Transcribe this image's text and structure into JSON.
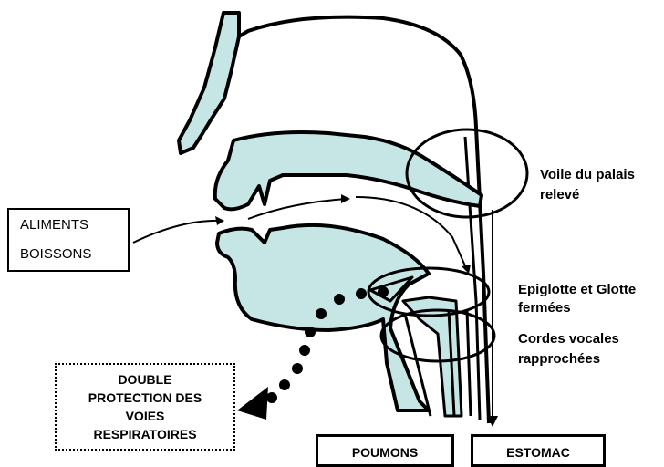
{
  "labels": {
    "voile_line1": "Voile du palais",
    "voile_line2": "relevé",
    "epiglotte_line1": "Epiglotte et Glotte",
    "epiglotte_line2": "fermées",
    "cordes_line1": "Cordes vocales",
    "cordes_line2": "rapprochées"
  },
  "boxes": {
    "aliments": "ALIMENTS",
    "boissons": "BOISSONS",
    "double_line1": "DOUBLE",
    "double_line2": "PROTECTION DES",
    "double_line3": "VOIES",
    "double_line4": "RESPIRATOIRES",
    "poumons": "POUMONS",
    "estomac": "ESTOMAC"
  },
  "colors": {
    "tissue_fill": "#c6e6e6",
    "outline": "#000000"
  }
}
